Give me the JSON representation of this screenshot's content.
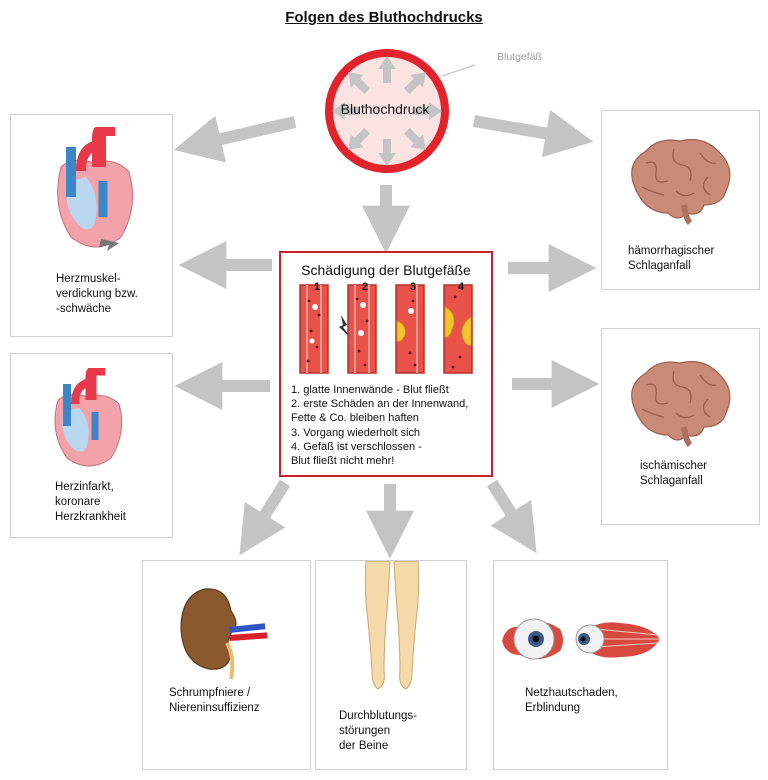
{
  "title": "Folgen des Bluthochdrucks",
  "center": {
    "label": "Bluthochdruck",
    "vessel_label": "Blutgefäß"
  },
  "damage": {
    "title": "Schädigung der Blutgefäße",
    "stage_numbers": [
      "1",
      "2",
      "3",
      "4"
    ],
    "steps": [
      "1. glatte Innenwände - Blut fließt",
      "2. erste Schäden an der Innenwand,\n    Fette & Co. bleiben haften",
      "3. Vorgang wiederholt sich",
      "4. Gefäß ist verschlossen -\n    Blut fließt nicht mehr!"
    ]
  },
  "consequences": {
    "heart_weakness": "Herzmuskel-\nverdickung bzw.\n-schwäche",
    "heart_attack": "Herzinfarkt,\nkoronare\nHerzkrankheit",
    "hemorrhagic_stroke": "hämorrhagischer\nSchlaganfall",
    "ischemic_stroke": "ischämischer\nSchlaganfall",
    "kidney": "Schrumpfniere /\nNiereninsuffizienz",
    "legs": "Durchblutungs-\nstörungen\nder Beine",
    "eyes": "Netzhautschaden,\nErblindung"
  },
  "colors": {
    "ring_red": "#e3232b",
    "ring_fill": "#fbe3e3",
    "arrow_gray": "#c4c4c4",
    "box_border": "#c8202a",
    "vessel_red": "#e8524a",
    "plaque_yellow": "#f4c430",
    "brain": "#c98a78",
    "kidney": "#8a5a2e",
    "skin": "#f6d9a8"
  }
}
